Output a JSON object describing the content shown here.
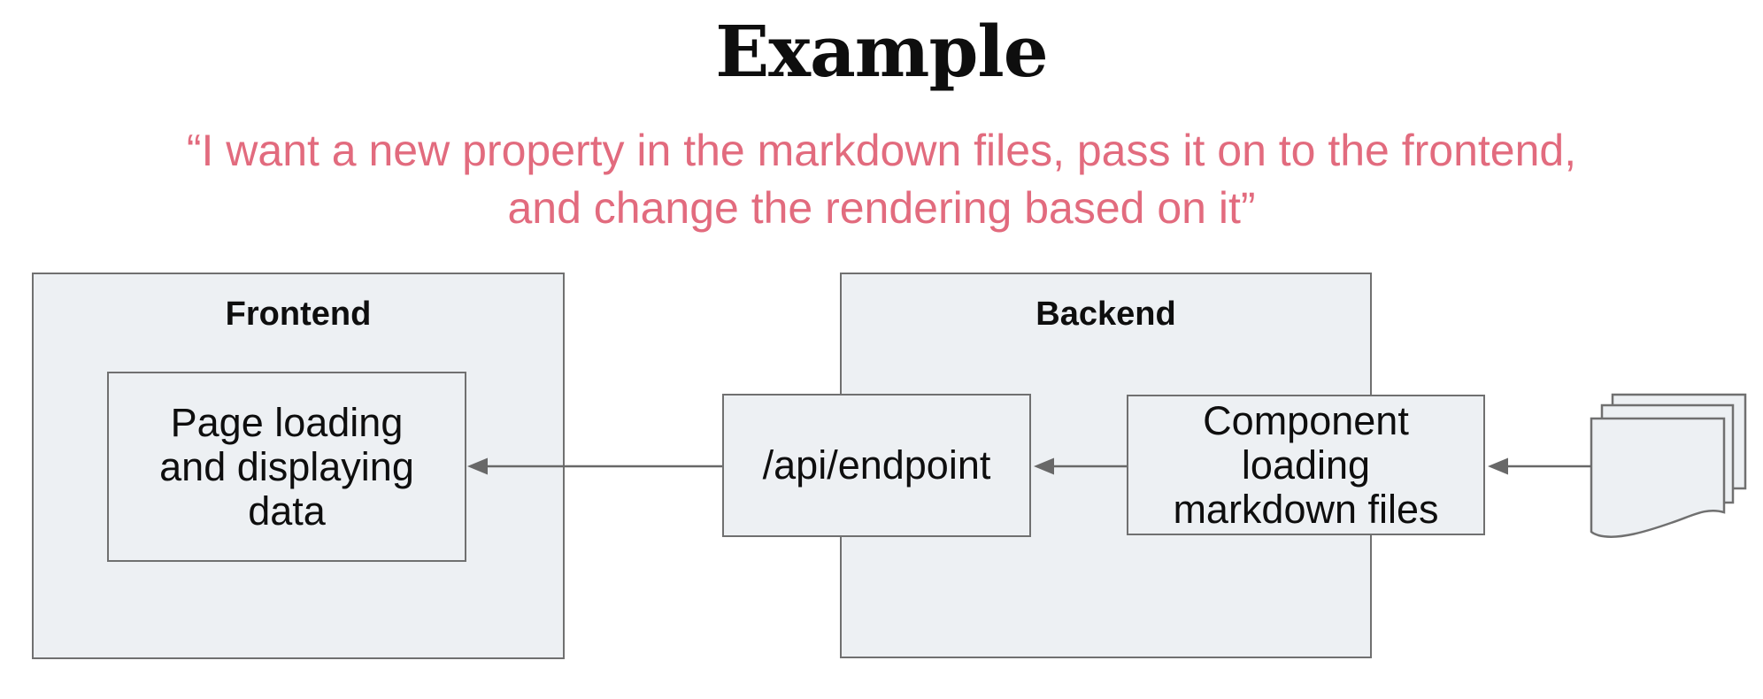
{
  "title": {
    "text": "Example"
  },
  "quote": {
    "line1": "“I want a new property in the markdown files, pass it on to the frontend,",
    "line2": "and change the rendering based on it”",
    "color": "#e26b7e"
  },
  "diagram": {
    "frontend": {
      "label": "Frontend",
      "page_node": {
        "lines": [
          "Page loading",
          "and displaying",
          "data"
        ]
      }
    },
    "backend": {
      "label": "Backend",
      "api_node": {
        "lines": [
          "/api/endpoint"
        ]
      },
      "component_node": {
        "lines": [
          "Component",
          "loading",
          "markdown files"
        ]
      }
    },
    "files_icon": {
      "name": "markdown-files-stack",
      "pages": 3
    },
    "arrows": [
      {
        "from": "api-endpoint-node",
        "to": "page-loading-node"
      },
      {
        "from": "component-node",
        "to": "api-endpoint-node"
      },
      {
        "from": "markdown-files-stack",
        "to": "component-node"
      }
    ],
    "colors": {
      "node_fill": "#edf0f3",
      "node_border": "#707070",
      "arrow": "#686868",
      "text": "#0e0e0e"
    }
  }
}
